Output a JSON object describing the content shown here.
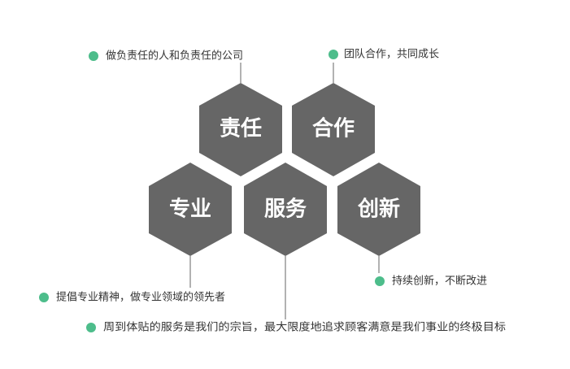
{
  "colors": {
    "hexagon_fill": "#666666",
    "connector_line": "#666666",
    "bullet": "#4dbd8b",
    "caption_text": "#333333",
    "hex_text": "#ffffff"
  },
  "hexagons": {
    "responsibility": "责任",
    "cooperation": "合作",
    "professional": "专业",
    "service": "服务",
    "innovation": "创新"
  },
  "captions": {
    "responsibility": "做负责任的人和负责任的公司",
    "cooperation": "团队合作，共同成长",
    "professional": "提倡专业精神，做专业领域的领先者",
    "service": "周到体贴的服务是我们的宗旨，最大限度地追求顾客满意是我们事业的终极目标",
    "innovation": "持续创新，不断改进"
  }
}
